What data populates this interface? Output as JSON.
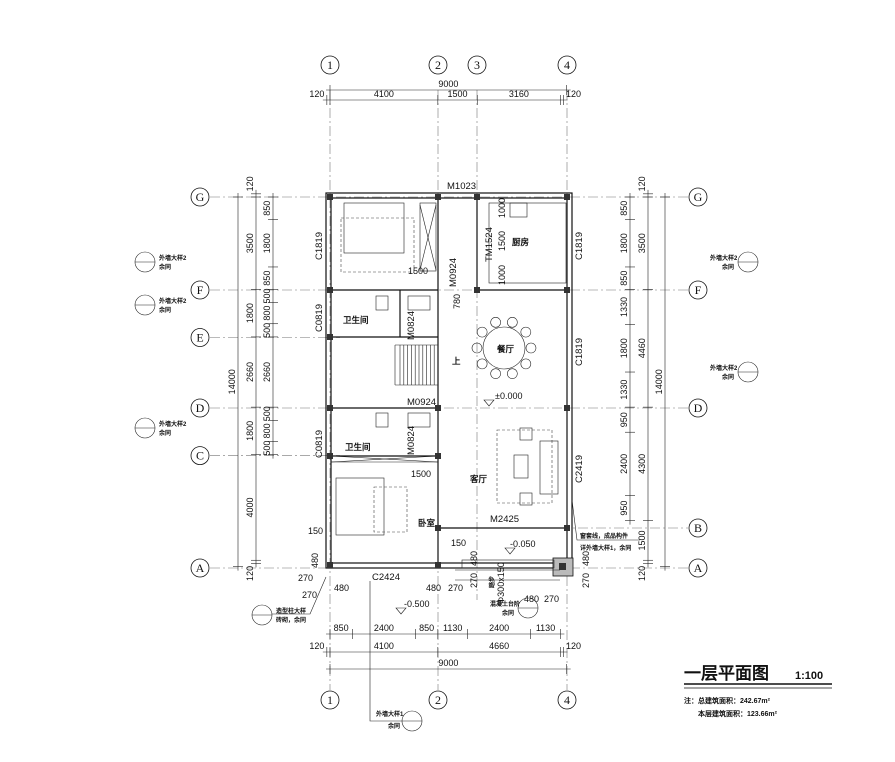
{
  "title": {
    "main": "一层平面图",
    "scale": "1:100",
    "note_prefix": "注：",
    "total_area": "总建筑面积：242.67m²",
    "floor_area": "本层建筑面积：123.66m²"
  },
  "axes": {
    "num1": "1",
    "num2": "2",
    "num3": "3",
    "num4": "4",
    "G": "G",
    "F": "F",
    "E": "E",
    "D": "D",
    "C": "C",
    "B": "B",
    "A": "A"
  },
  "dimensions": {
    "top_detail": [
      120,
      4100,
      1500,
      3160,
      120
    ],
    "top_total": [
      9000
    ],
    "bottom_detail": [
      850,
      2400,
      850,
      1130,
      2400,
      1130
    ],
    "bottom_mid": [
      120,
      4100,
      4660,
      120
    ],
    "bottom_total": [
      9000
    ],
    "left_detail": [
      850,
      1800,
      850,
      500,
      800,
      500,
      2660,
      500,
      800,
      500
    ],
    "left_mid": [
      120,
      3500,
      1800,
      2660,
      1800,
      4000,
      120
    ],
    "left_total": [
      14000
    ],
    "right_detail": [
      850,
      1800,
      850,
      1330,
      1800,
      1330,
      950,
      2400,
      950
    ],
    "right_mid": [
      120,
      3500,
      4460,
      4300,
      1500,
      120
    ],
    "right_total": [
      14000
    ]
  },
  "rooms": {
    "bath1": "卫生间",
    "bath2": "卫生间",
    "kitchen": "厨房",
    "dining": "餐厅",
    "living": "客厅",
    "bedroom": "卧室",
    "stair_up": "上"
  },
  "openings": {
    "m1023": "M1023",
    "c1819_l": "C1819",
    "m0924_a": "M0924",
    "tm1524": "TM1524",
    "k1000a": "1000",
    "k1500": "1500",
    "k1000b": "1000",
    "c1819_r1": "C1819",
    "c1819_r2": "C1819",
    "c0819_a": "C0819",
    "m0824_a": "M0824",
    "d780": "780",
    "d1500a": "1500",
    "m0924_b": "M0924",
    "c0819_b": "C0819",
    "m0824_b": "M0824",
    "d1500b": "1500",
    "c2419": "C2419",
    "m2425": "M2425",
    "d150a": "150",
    "d150b": "150",
    "c2424": "C2424",
    "d480a": "480",
    "d270a": "270",
    "d270b": "270",
    "d480b": "480",
    "d480c": "480",
    "d270c": "270",
    "d270d": "270",
    "d480d": "480",
    "d480e": "480",
    "d270e": "270",
    "d480f": "480",
    "d270f": "270",
    "step": "踏步",
    "step_size": "Φ300x150"
  },
  "levels": {
    "floor": "±0.000",
    "entry": "-0.050",
    "outside": "-0.500"
  },
  "callouts": {
    "wall2": "外墙大样2",
    "same": "余同",
    "wall1": "外墙大样1",
    "column": "造型柱大样",
    "column_sub": "砖砌，余同",
    "steps": "混凝土台阶",
    "trim": "窗套线，成品构件",
    "trim_sub": "详外墙大样1，余同"
  }
}
